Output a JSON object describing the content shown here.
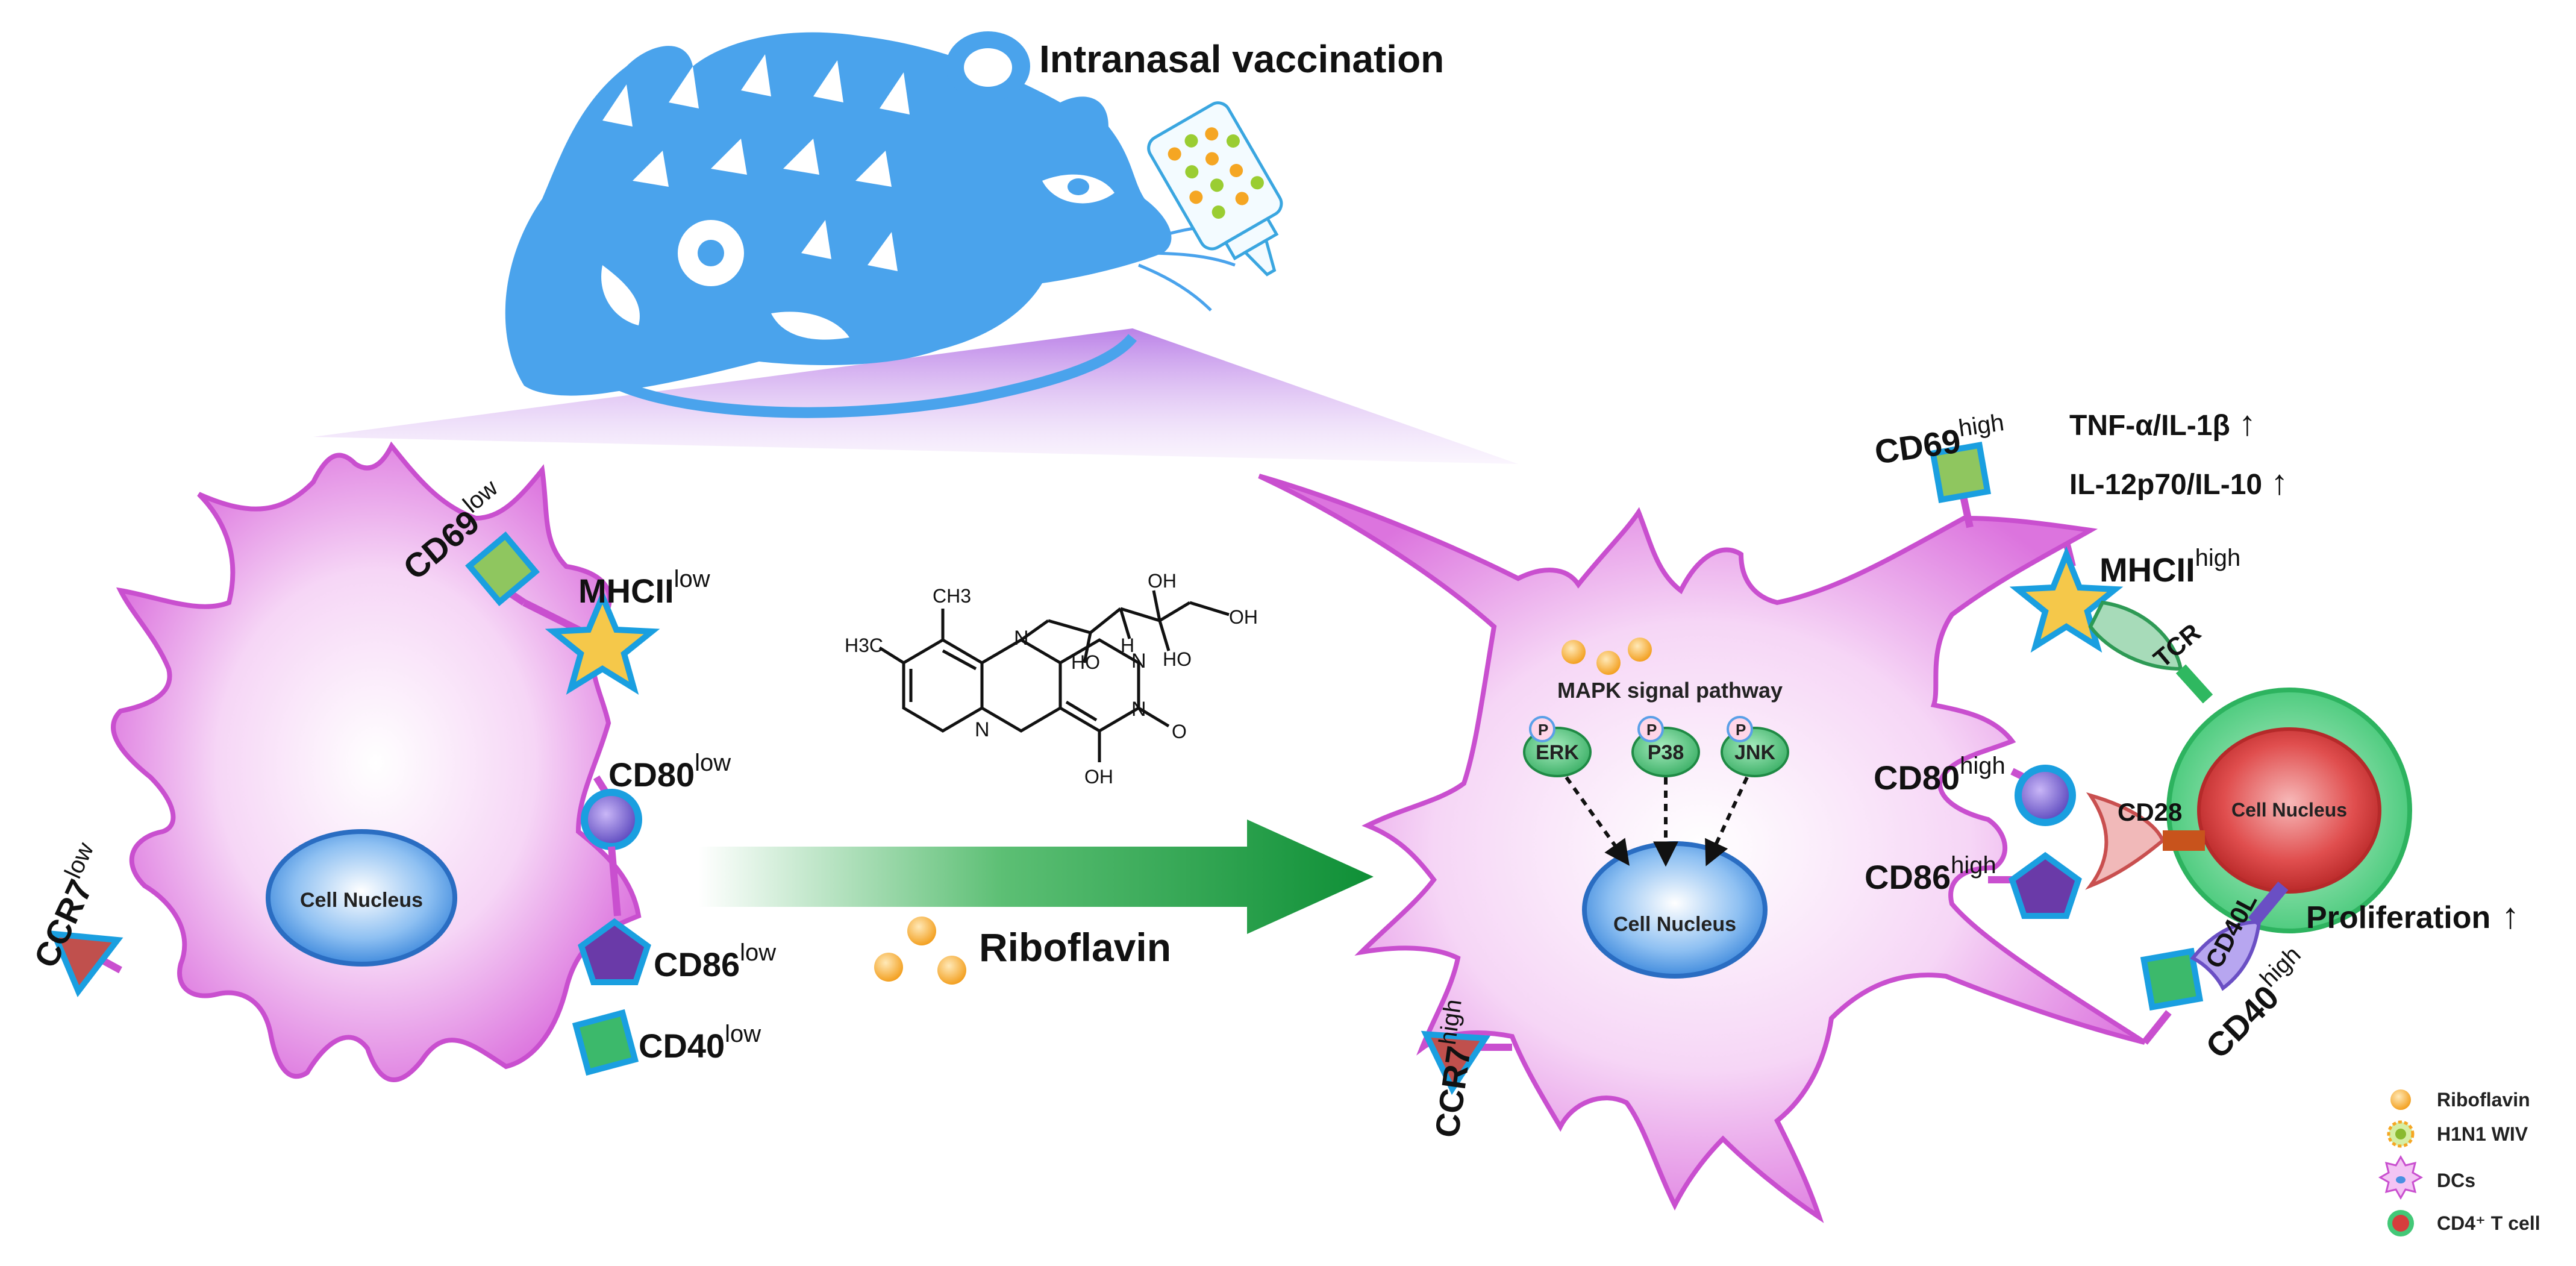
{
  "title": "Intranasal vaccination",
  "treatment": "Riboflavin",
  "nucleus_label": "Cell Nucleus",
  "pathway": "MAPK signal pathway",
  "phospho": "P",
  "kinases": [
    "ERK",
    "P38",
    "JNK"
  ],
  "receptors": {
    "cd69": "CD69",
    "mhcii": "MHCII",
    "cd80": "CD80",
    "cd86": "CD86",
    "cd40": "CD40",
    "ccr7": "CCR7",
    "tcr": "TCR",
    "cd28": "CD28",
    "cd40l": "CD40L"
  },
  "levels": {
    "low": "low",
    "high": "high"
  },
  "cytokines": [
    "TNF-α/IL-1β",
    "IL-12p70/IL-10"
  ],
  "proliferation": "Proliferation",
  "up_arrow": "↑",
  "legend": [
    "Riboflavin",
    "H1N1 WIV",
    "DCs",
    "CD4⁺ T cell"
  ],
  "chem_labels": {
    "ch3": "CH3",
    "h3c": "H3C",
    "n": "N",
    "oh": "OH",
    "ho": "HO",
    "o": "O",
    "h": "H",
    "n_top": "N",
    "n_mid": "N",
    "n_left": "N"
  },
  "colors": {
    "dc_purple": "#d24bd6",
    "dc_light": "#fbe8fb",
    "mouse_blue": "#4aa3ec",
    "nucleus_blue": "#3d86e0",
    "tcell_green": "#2fc86a",
    "tcell_red": "#d63d3d",
    "arrow_green": "#1a9a3a",
    "riboflavin": "#f5a623",
    "kinase_green": "#3cb96b"
  }
}
